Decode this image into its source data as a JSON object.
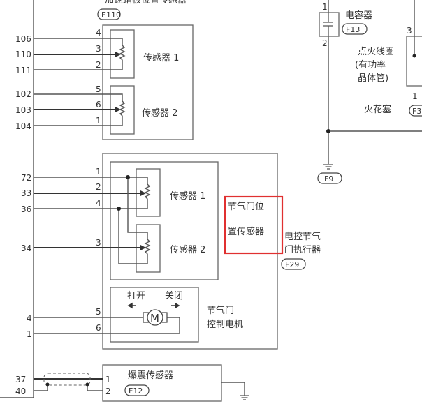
{
  "apps": {
    "title": "加速踏板位置传感器",
    "connector": "E110",
    "sensor1": "传感器 1",
    "sensor2": "传感器 2",
    "pins_ecm": [
      "106",
      "110",
      "111",
      "102",
      "103",
      "104"
    ],
    "pins_sensor": [
      "4",
      "3",
      "2",
      "5",
      "6",
      "1"
    ]
  },
  "throttle": {
    "sensor1": "传感器 1",
    "sensor2": "传感器 2",
    "tps_label_line1": "节气门位",
    "tps_label_line2": "置传感器",
    "actuator_line1": "电控节气",
    "actuator_line2": "门执行器",
    "connector": "F29",
    "pins_ecm": [
      "72",
      "33",
      "36",
      "34"
    ],
    "pins_sensor": [
      "1",
      "2",
      "4",
      "3"
    ],
    "motor_open": "打开",
    "motor_close": "关闭",
    "motor_symbol": "M",
    "motor_label_line1": "节气门",
    "motor_label_line2": "控制电机",
    "motor_pins_ecm": [
      "4",
      "1"
    ],
    "motor_pins": [
      "5",
      "6"
    ]
  },
  "knock": {
    "label": "爆震传感器",
    "connector": "F12",
    "pins_ecm": [
      "37",
      "40"
    ],
    "pins": [
      "1",
      "2"
    ]
  },
  "right": {
    "capacitor": "电容器",
    "capacitor_connector": "F13",
    "cap_pin_top": "1",
    "cap_pin_bottom": "2",
    "coil_line1": "点火线圈",
    "coil_line2": "(有功率",
    "coil_line3": "晶体管)",
    "spark_plug": "火花塞",
    "ground_connector": "F9",
    "coil_pin_top": "3",
    "coil_pin_bottom": "1",
    "coil_connector": "F3"
  },
  "highlight_color": "#e03030"
}
